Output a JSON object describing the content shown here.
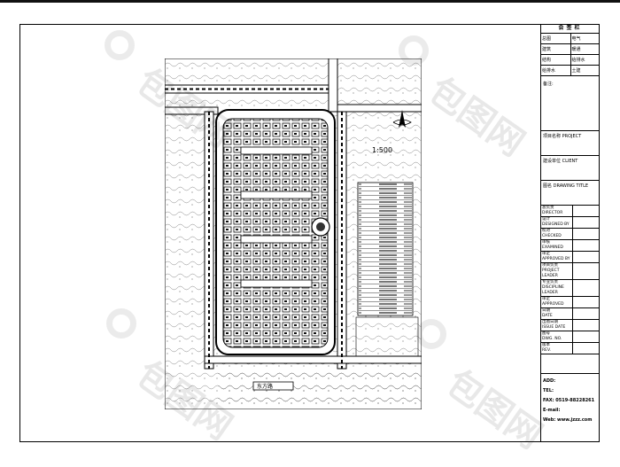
{
  "title_block": {
    "header": "会签栏",
    "sign_rows": [
      [
        "总图",
        "电气"
      ],
      [
        "建筑",
        "暖通"
      ],
      [
        "结构",
        "给排水"
      ],
      [
        "给排水",
        "土建"
      ]
    ],
    "remark_label": "备注:",
    "project_name_label": "项目名称 PROJECT",
    "client_label": "建设单位 CLIENT",
    "drawing_label": "图名 DRAWING TITLE",
    "role_rows": [
      [
        "总负责",
        "DIRECTOR"
      ],
      [
        "设计",
        "DESIGNED BY"
      ],
      [
        "校对",
        "CHECKED"
      ],
      [
        "审核",
        "EXAMINED"
      ],
      [
        "审定",
        "APPROVED BY"
      ],
      [
        "项目负责",
        "PROJECT LEADER"
      ],
      [
        "专业负责",
        "DISCIPLINE LEADER"
      ],
      [
        "审定",
        "APPROVED"
      ],
      [
        "日期",
        "DATE"
      ],
      [
        "出图日期",
        "ISSUE DATE"
      ],
      [
        "图号",
        "DWG. NO."
      ],
      [
        "版本",
        "REV."
      ]
    ],
    "contact": {
      "addr": "ADD:",
      "tel": "TEL:",
      "fax": "FAX: 0519-88228261",
      "email": "E-mail:",
      "web": "Web: www.jzzz.com"
    }
  },
  "plan": {
    "scale": "1:500",
    "road_label": "东方路",
    "north_icon": "north-arrow-icon"
  },
  "watermark": {
    "text": "包图网"
  }
}
